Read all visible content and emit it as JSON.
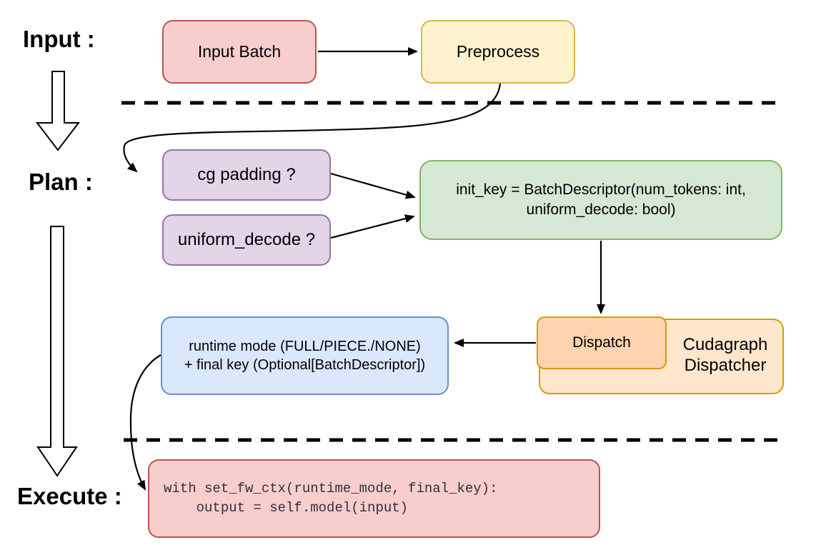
{
  "title": "Cudagraph dispatch pipeline flowchart",
  "phases": {
    "input_label": "Input :",
    "plan_label": "Plan :",
    "execute_label": "Execute :"
  },
  "nodes": {
    "input_batch": "Input Batch",
    "preprocess": "Preprocess",
    "cg_padding": "cg padding ?",
    "uniform_decode": "uniform_decode ?",
    "init_key_line1": "init_key = BatchDescriptor(num_tokens: int,",
    "init_key_line2": "uniform_decode: bool)",
    "runtime_line1": "runtime mode (FULL/PIECE./NONE)",
    "runtime_line2": "+ final key (Optional[BatchDescriptor])",
    "dispatch": "Dispatch",
    "cudagraph_line1": "Cudagraph",
    "cudagraph_line2": "Dispatcher",
    "code_line1": "with set_fw_ctx(runtime_mode, final_key):",
    "code_line2": "    output = self.model(input)"
  },
  "colors": {
    "red_fill": "#f8cecc",
    "red_stroke": "#b85450",
    "yellow_fill": "#fff2cc",
    "yellow_stroke": "#d6b656",
    "purple_fill": "#e1d5e7",
    "purple_stroke": "#9673a6",
    "green_fill": "#d5e8d4",
    "green_stroke": "#82b366",
    "blue_fill": "#dae8fc",
    "blue_stroke": "#6c8ebf",
    "orange_fill": "#ffe6cc",
    "orange_inner_fill": "#ffd2b0",
    "orange_stroke": "#d79b00",
    "connector": "#000000"
  }
}
